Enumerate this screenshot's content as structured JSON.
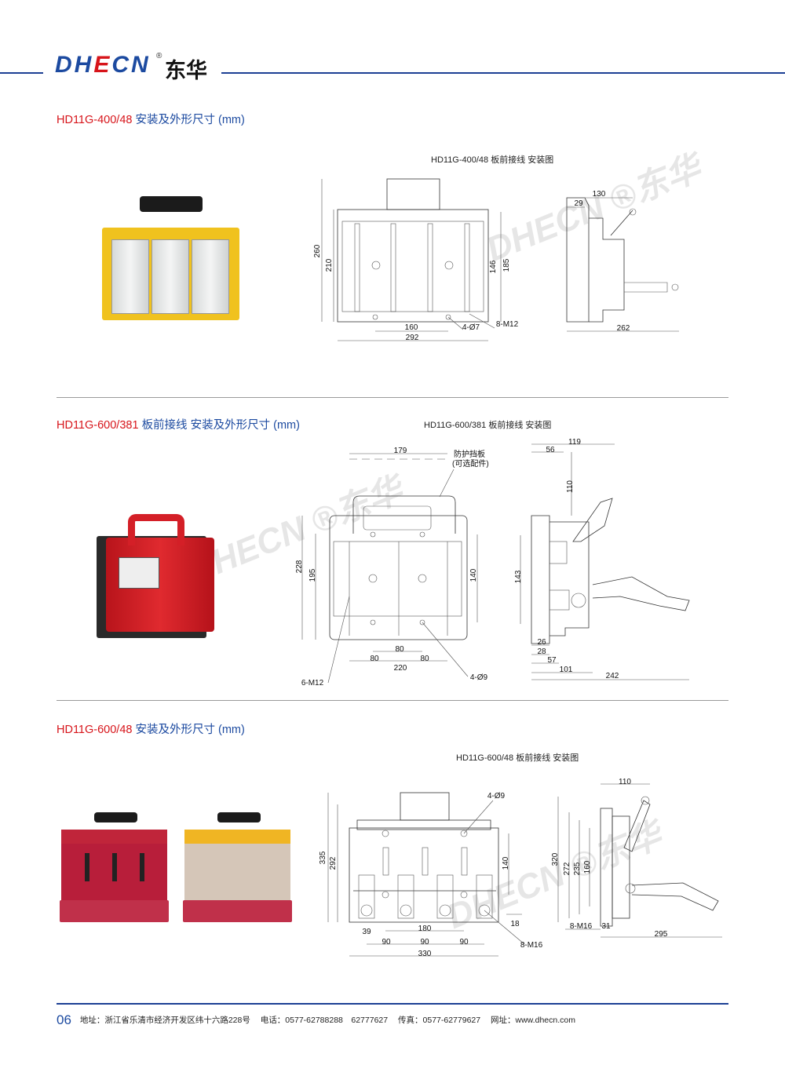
{
  "header": {
    "logo": {
      "d": "DH",
      "e": "E",
      "cn": "CN",
      "reg": "®",
      "cn_name": "东华"
    }
  },
  "watermark": "DHECN ®东华",
  "colors": {
    "brand_blue": "#1c4aa0",
    "brand_red": "#d7141a"
  },
  "sections": [
    {
      "model": "HD11G-400/48",
      "title": "安装及外形尺寸 (mm)",
      "drawing_title": "HD11G-400/48 板前接线 安装图",
      "dims": {
        "h260": "260",
        "h210": "210",
        "h146": "146",
        "h185": "185",
        "w160": "160",
        "w292": "292",
        "holes": "4-Ø7",
        "bolts": "8-M12",
        "s130": "130",
        "s29": "29",
        "s262": "262"
      }
    },
    {
      "model": "HD11G-600/381",
      "title": "板前接线 安装及外形尺寸 (mm)",
      "drawing_title": "HD11G-600/381 板前接线 安装图",
      "dims": {
        "w179": "179",
        "guard1": "防护挡板",
        "guard2": "(可选配件)",
        "h228": "228",
        "h195": "195",
        "h140": "140",
        "w80a": "80",
        "w80b": "80",
        "w80c": "80",
        "w220": "220",
        "bolts": "6-M12",
        "holes": "4-Ø9",
        "s119": "119",
        "s56": "56",
        "s110": "110",
        "s143": "143",
        "s26": "26",
        "s28": "28",
        "s57": "57",
        "s101": "101",
        "s242": "242"
      }
    },
    {
      "model": "HD11G-600/48",
      "title": "安装及外形尺寸 (mm)",
      "drawing_title": "HD11G-600/48 板前接线 安装图",
      "dims": {
        "holes": "4-Ø9",
        "h335": "335",
        "h292": "292",
        "h140": "140",
        "w39": "39",
        "w180": "180",
        "w90a": "90",
        "w90b": "90",
        "w90c": "90",
        "w330": "330",
        "w18": "18",
        "bolts": "8-M16",
        "s110": "110",
        "s320": "320",
        "s272": "272",
        "s235": "235",
        "s160": "160",
        "sbolts": "8-M16",
        "s31": "31",
        "s295": "295"
      }
    }
  ],
  "footer": {
    "page": "06",
    "address": "地址：浙江省乐清市经济开发区纬十六路228号",
    "phone": "电话：0577-62788288　62777627",
    "fax": "传真：0577-62779627",
    "web": "网址：www.dhecn.com"
  }
}
